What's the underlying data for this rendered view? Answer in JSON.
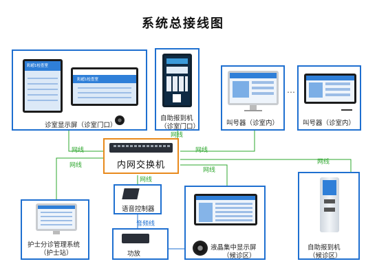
{
  "title": "系统总接线图",
  "devices": {
    "clinic_display": {
      "label": "诊室显示屏（诊室门口）",
      "screen_text_1": "彩超1检查室",
      "screen_text_2": "彩超1检查室"
    },
    "kiosk_door": {
      "label_1": "自助报到机",
      "label_2": "（诊室门口）"
    },
    "caller_1": {
      "label": "叫号器（诊室内）"
    },
    "caller_2": {
      "label": "叫号器（诊室内）"
    },
    "switch": {
      "label": "内网交换机"
    },
    "nurse_station": {
      "label_1": "护士分诊管理系统",
      "label_2": "（护士站）"
    },
    "voice_controller": {
      "label": "语音控制器"
    },
    "amplifier": {
      "label": "功放"
    },
    "lcd_display": {
      "label_1": "液晶集中显示屏",
      "label_2": "（候诊区）"
    },
    "kiosk_wait": {
      "label_1": "自助报到机",
      "label_2": "（候诊区）"
    }
  },
  "wires": {
    "w1": "网线",
    "w2": "网线",
    "w3": "网线",
    "w4": "网线",
    "w5": "网线",
    "w6": "网线",
    "w7": "网线",
    "audio": "音频线"
  },
  "ellipsis": "…",
  "colors": {
    "frame": "#1e6fd0",
    "switch_frame": "#e8891b",
    "wire": "#2ea72e"
  }
}
